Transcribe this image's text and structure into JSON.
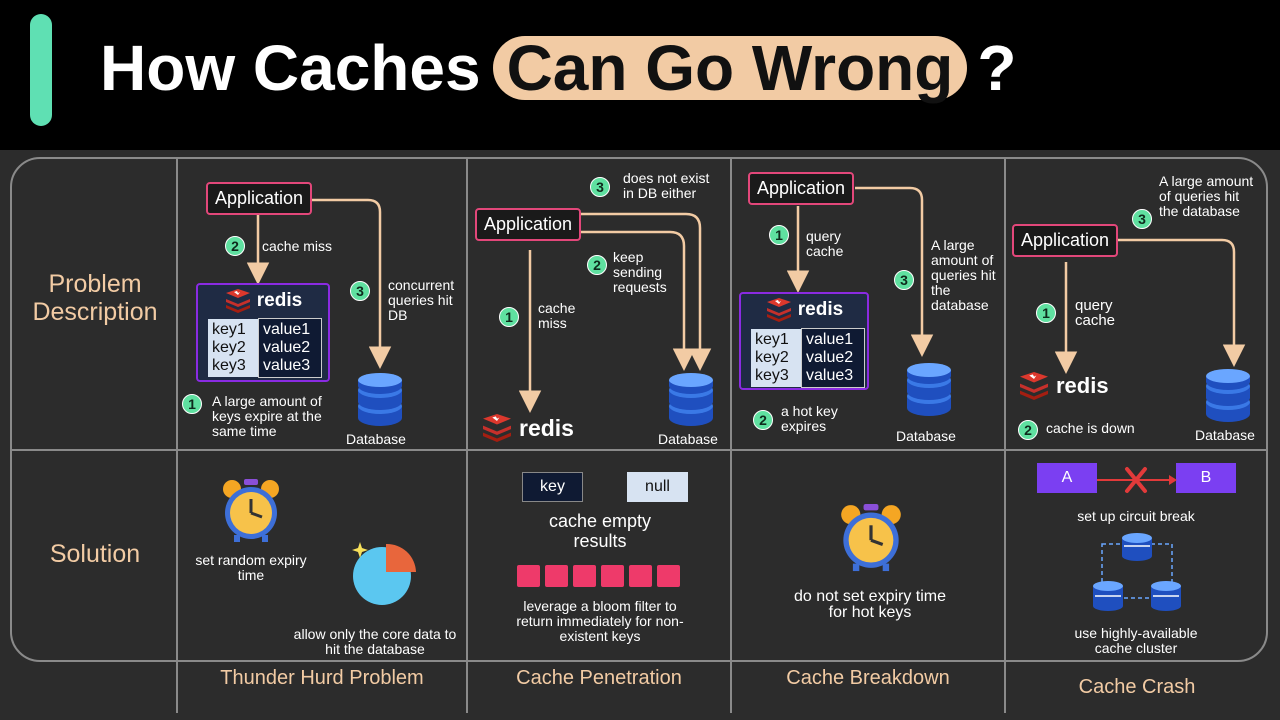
{
  "header": {
    "title_part1": "How Caches",
    "title_highlight": "Can Go Wrong",
    "title_suffix": "?"
  },
  "rows": {
    "problem": "Problem Description",
    "solution": "Solution"
  },
  "columns": [
    {
      "footer": "Thunder Hurd Problem"
    },
    {
      "footer": "Cache Penetration"
    },
    {
      "footer": "Cache Breakdown"
    },
    {
      "footer": "Cache Crash"
    }
  ],
  "common": {
    "application": "Application",
    "redis": "redis",
    "database": "Database",
    "keys": [
      "key1",
      "key2",
      "key3"
    ],
    "values": [
      "value1",
      "value2",
      "value3"
    ]
  },
  "thunder": {
    "step2": "cache miss",
    "step3": "concurrent queries hit DB",
    "step1": "A large amount of keys expire at the same time",
    "sol1": "set random expiry time",
    "sol2": "allow only the core data to hit the database"
  },
  "penetration": {
    "step3": "does not exist in DB either",
    "step2": "keep sending requests",
    "step1": "cache miss",
    "key": "key",
    "null": "null",
    "sol1": "cache empty results",
    "sol2": "leverage a bloom filter to return immediately for non-existent keys"
  },
  "breakdown": {
    "step1": "query cache",
    "step3": "A large amount of queries hit the database",
    "step2": "a hot key expires",
    "sol": "do not set expiry time for hot keys"
  },
  "crash": {
    "step3": "A large amount of queries hit the database",
    "step1": "query cache",
    "step2": "cache is down",
    "box_a": "A",
    "box_b": "B",
    "sol1": "set up circuit break",
    "sol2": "use highly-available cache cluster"
  },
  "colors": {
    "accent": "#5fe0b3",
    "highlight": "#f2cba4",
    "app_border": "#e2477a",
    "kv_border": "#8a2be2",
    "circuit": "#7b3ff2",
    "bloom": "#ee3a6a",
    "step_circle": "#5fe0a0",
    "arrow": "#f2cba4"
  },
  "icons": [
    "redis-logo-icon",
    "database-icon",
    "alarm-clock-icon",
    "pie-chart-icon",
    "sparkle-icon",
    "cross-icon",
    "cluster-icon"
  ]
}
